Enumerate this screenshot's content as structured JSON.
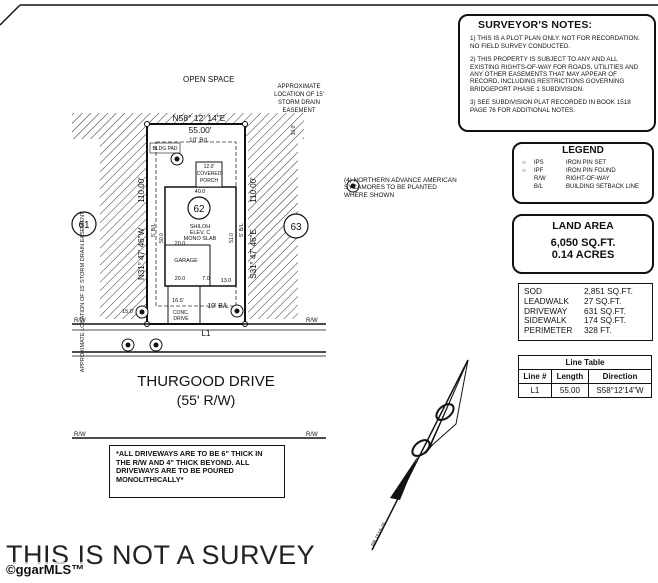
{
  "surveyor_notes": {
    "title": "SURVEYOR'S NOTES:",
    "notes": [
      "1) THIS IS A PLOT PLAN ONLY. NOT FOR RECORDATION. NO FIELD SURVEY CONDUCTED.",
      "2) THIS PROPERTY IS SUBJECT TO ANY AND ALL EXISTING RIGHTS-OF-WAY FOR ROADS, UTILITIES AND ANY OTHER EASEMENTS THAT MAY APPEAR OF RECORD, INCLUDING RESTRICTIONS GOVERNING BRIDGEPORT PHASE 1 SUBDIVISION.",
      "3) SEE SUBDIVISION PLAT RECORDED IN BOOK 1518 PAGE 76 FOR ADDITIONAL NOTES."
    ]
  },
  "legend": {
    "title": "LEGEND",
    "items": [
      {
        "symbol": "○",
        "abbr": "IPS",
        "desc": "IRON PIN SET"
      },
      {
        "symbol": "○",
        "abbr": "IPF",
        "desc": "IRON PIN FOUND"
      },
      {
        "symbol": "",
        "abbr": "R/W",
        "desc": "RIGHT-OF-WAY"
      },
      {
        "symbol": "",
        "abbr": "B/L",
        "desc": "BUILDING SETBACK LINE"
      }
    ]
  },
  "land_area": {
    "title": "LAND AREA",
    "sqft": "6,050 SQ.FT.",
    "acres": "0.14 ACRES"
  },
  "areas": [
    {
      "label": "SOD",
      "value": "2,851 SQ.FT."
    },
    {
      "label": "LEADWALK",
      "value": "27 SQ.FT."
    },
    {
      "label": "DRIVEWAY",
      "value": "631 SQ.FT."
    },
    {
      "label": "SIDEWALK",
      "value": "174 SQ.FT."
    },
    {
      "label": "PERIMETER",
      "value": "328 FT."
    }
  ],
  "line_table": {
    "title": "Line Table",
    "headers": [
      "Line #",
      "Length",
      "Direction"
    ],
    "rows": [
      [
        "L1",
        "55.00",
        "S58°12'14\"W"
      ]
    ]
  },
  "tree_note": "(4) NORTHERN ADVANCE AMERICAN SYCAMORES TO BE PLANTED WHERE SHOWN",
  "drive_note": "*ALL DRIVEWAYS ARE TO BE 6\" THICK IN THE R/W AND 4\" THICK BEYOND. ALL DRIVEWAYS ARE TO BE POURED MONOLITHICALLY*",
  "plan": {
    "open_space": "OPEN SPACE",
    "easement_top": [
      "APPROXIMATE",
      "LOCATION OF 15'",
      "STORM DRAIN",
      "EASEMENT"
    ],
    "easement_left": "APPROXIMATE LOCATION OF 15' STORM DRAIN EASEMENT",
    "north_bearing": "N58° 12' 14\"E",
    "north_length": "55.00'",
    "rear_bl": "10' B/L",
    "left_side": "N31° 47' 46\"W",
    "left_len": "110.00'",
    "right_side": "S31° 47' 46\"E",
    "right_len": "110.00'",
    "lot": "62",
    "lot_left": "61",
    "lot_right": "63",
    "house": [
      "SHILOH",
      "ELEV. C",
      "MONO SLAB"
    ],
    "garage": "GARAGE",
    "covered_porch": [
      "12.0'",
      "COVERED",
      "PORCH"
    ],
    "bldg_pad": "BLDG PAD",
    "dim_40": "40.0",
    "dim_20": "20.0",
    "dim_20b": "20.0",
    "dim_7": "7.0",
    "dim_13": "13.0",
    "dim_16": "16.5'",
    "dim_15": "15.0'",
    "dim_10": "10.0'",
    "dim_50": "50.0",
    "dim_510": "51.0",
    "side_bl_left": "5' B/L",
    "side_bl_right": "5' B/L",
    "front_bl": "10' B/L",
    "conc_drive": [
      "CONC.",
      "DRIVE"
    ],
    "l1": "L1",
    "rw": "R/W",
    "road_name": "THURGOOD DRIVE",
    "road_rw": "(55' R/W)",
    "north_arrow_label": "PB 1518-76"
  },
  "footer": {
    "watermark": "THIS IS NOT A SURVEY",
    "brand": "©ggarMLS™"
  }
}
